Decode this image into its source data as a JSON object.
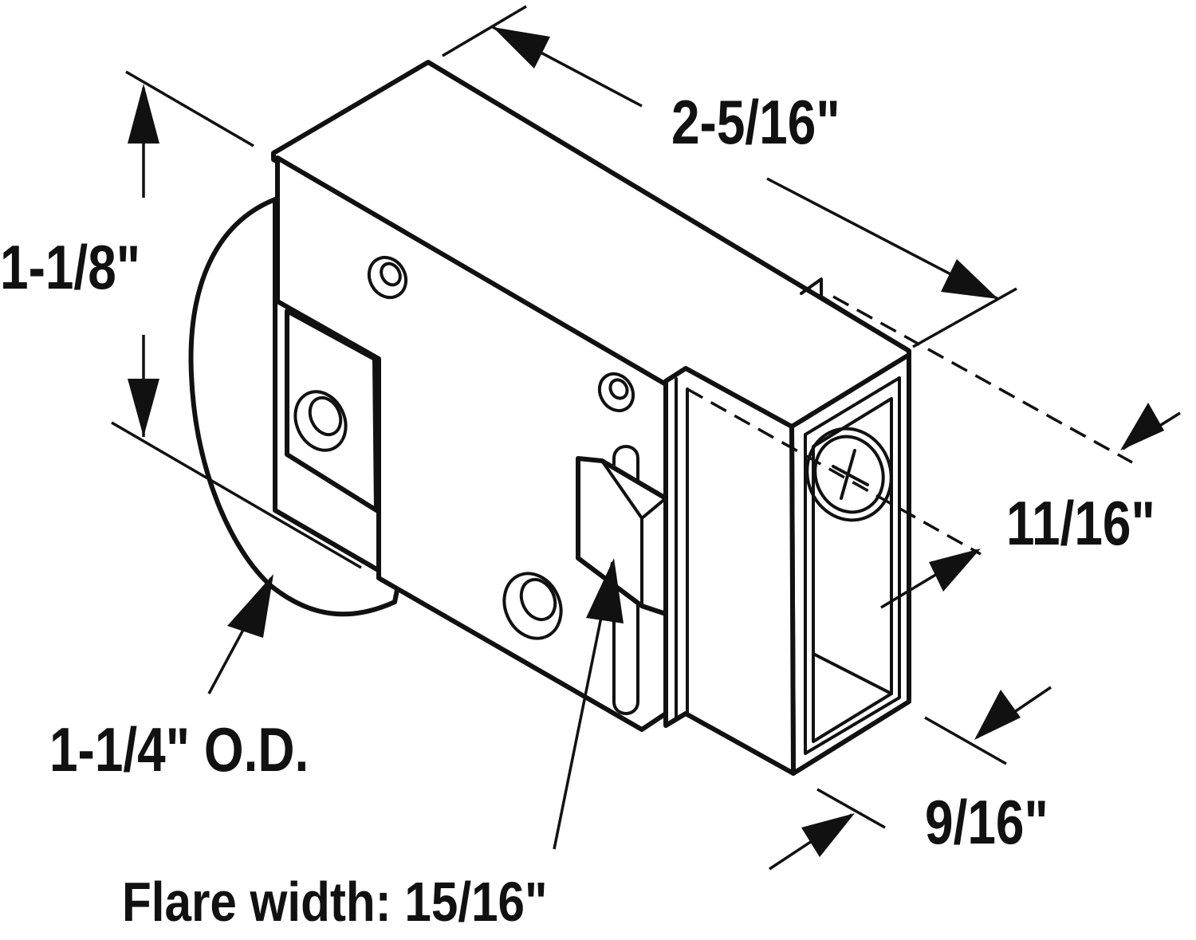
{
  "figure": {
    "subject": "sliding door roller assembly",
    "ink_color": "#111111",
    "background_color": "#ffffff"
  },
  "dimensions": {
    "length": "2-5/16\"",
    "height": "1-1/8\"",
    "depth": "11/16\"",
    "wheel_diameter": "1-1/4\" O.D.",
    "width": "9/16\"",
    "flare_width": "Flare width: 15/16\""
  },
  "icons": [
    "screw-icon",
    "roller-wheel-icon",
    "arrow-icon"
  ]
}
